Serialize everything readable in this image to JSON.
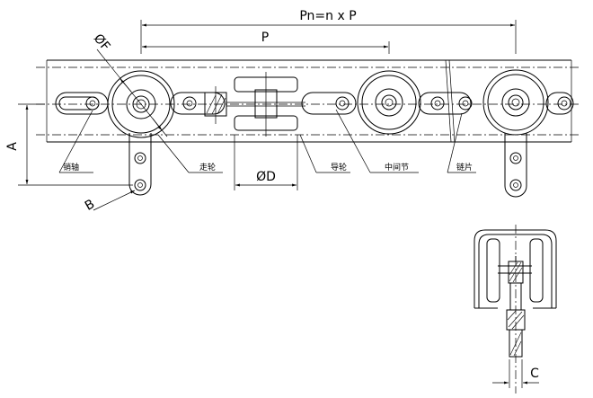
{
  "dimensions": {
    "pn_label": "Pn=n x P",
    "p_label": "P",
    "phi_d_label": "ØD",
    "a_label": "A",
    "b_label": "B",
    "c_label": "C",
    "phi_f_label": "ØF"
  },
  "callouts": {
    "pin": "销轴",
    "carrier_wheel": "走轮",
    "guide_wheel": "导轮",
    "middle_link": "中间节",
    "link_plate": "链片"
  }
}
